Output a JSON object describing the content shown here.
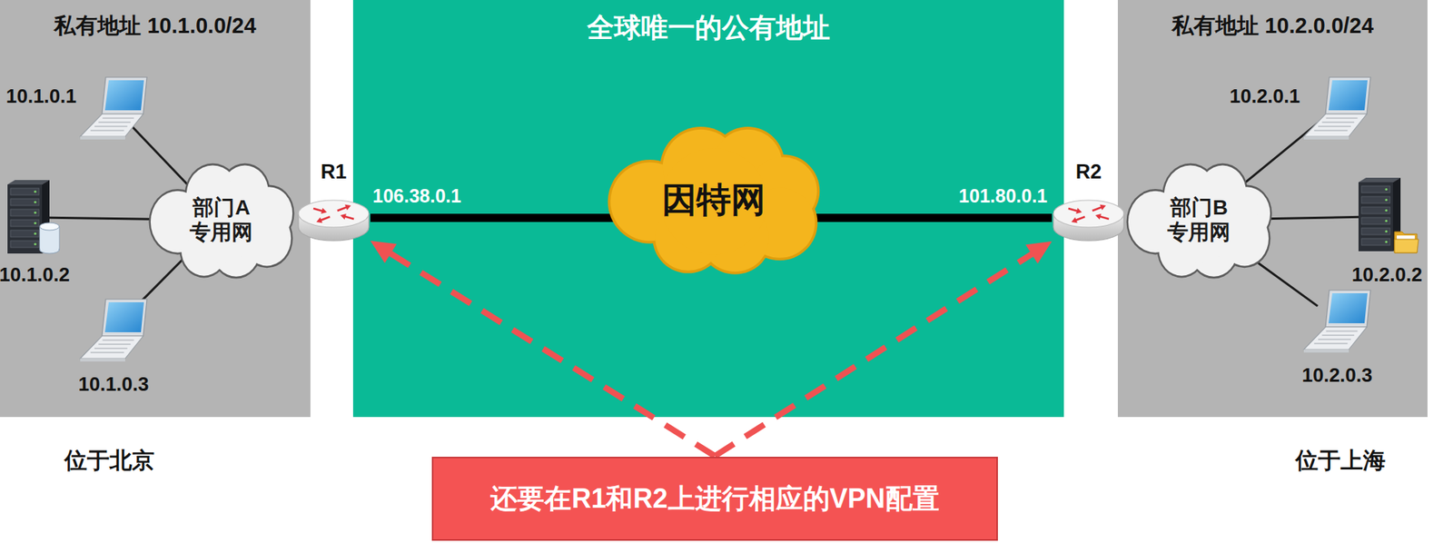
{
  "diagram": {
    "nodes": [
      {
        "text": [
          "私有地址 10.1.0.0/24"
        ]
      },
      {
        "text": [
          "10.1.0.1"
        ],
        "in": 0
      },
      {
        "text": [
          "部门A 专用网"
        ],
        "in": 0
      },
      {
        "text": [
          "10.1.0.2"
        ],
        "in": 0
      },
      {
        "text": [
          "10.1.0.3"
        ],
        "in": 0
      },
      {
        "text": [
          "R1"
        ]
      },
      {
        "text": [
          "全球唯一的公有地址"
        ]
      },
      {
        "text": [
          "因特网"
        ],
        "in": 6
      },
      {
        "text": [
          "R2"
        ]
      },
      {
        "text": [
          "私有地址 10.2.0.0/24"
        ]
      },
      {
        "text": [
          "10.2.0.1"
        ],
        "in": 9
      },
      {
        "text": [
          "部门B 专用网"
        ],
        "in": 9
      },
      {
        "text": [
          "10.2.0.2"
        ],
        "in": 9
      },
      {
        "text": [
          "10.2.0.3"
        ],
        "in": 9
      },
      {
        "text": [
          "还要在R1和R2上进行相应的VPN配置"
        ]
      }
    ],
    "edges": [
      {
        "from": 2,
        "to": 1,
        "arrow": "none"
      },
      {
        "from": 2,
        "to": 3,
        "arrow": "none"
      },
      {
        "from": 2,
        "to": 4,
        "arrow": "none"
      },
      {
        "from": 5,
        "to": 7,
        "arrow": "none"
      },
      {
        "from": 7,
        "to": 8,
        "arrow": "none"
      },
      {
        "from": 11,
        "to": 10,
        "arrow": "none"
      },
      {
        "from": 11,
        "to": 12,
        "arrow": "none"
      },
      {
        "from": 11,
        "to": 13,
        "arrow": "none"
      },
      {
        "from": 14,
        "to": 5,
        "arrow": "to"
      },
      {
        "from": 14,
        "to": 8,
        "arrow": "to"
      }
    ],
    "labels": [
      "106.38.0.1",
      "101.80.0.1",
      "位于北京",
      "位于上海"
    ]
  }
}
